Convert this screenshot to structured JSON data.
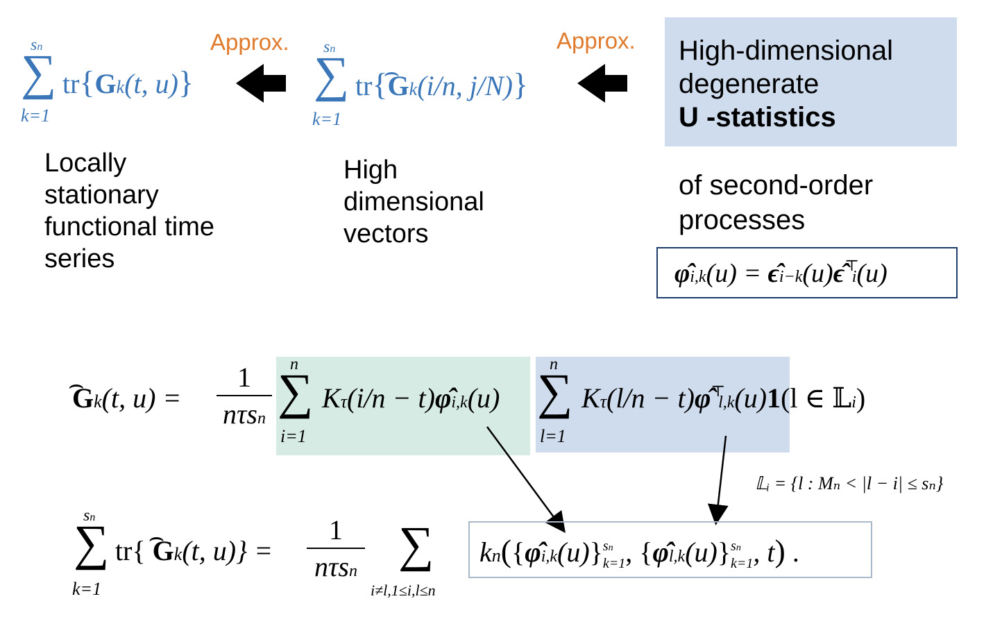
{
  "top_row": {
    "arrow_label_1": "Approx.",
    "arrow_label_2": "Approx."
  },
  "boxes": {
    "ustat_title_line1": "High-dimensional",
    "ustat_title_line2": "degenerate",
    "ustat_title_line3": "U -statistics",
    "ustat_sub_line1": "of second-order",
    "ustat_sub_line2": "processes"
  },
  "labels": {
    "locally": "Locally\nstationary\nfunctional time\nseries",
    "high_dim": "High\ndimensional\nvectors"
  },
  "formulas": {
    "sum_upper": "s",
    "sum_upper_sub": "n",
    "sum_lower": "k=1",
    "tr": "tr",
    "Gk_arg_left": "(t, u)",
    "Ghat_arg_mid": "(i/n, j/N)",
    "phi_def_rhs": "(u) = ",
    "eps_sub1": "i−k",
    "eps_sub2": "i",
    "G_def_lhs_arg": "(t, u) = ",
    "frac_num": "1",
    "frac_den": "nτs",
    "frac_den_sub": "n",
    "sum_i_upper": "n",
    "sum_i_lower": "i=1",
    "sum_l_upper": "n",
    "sum_l_lower": "l=1",
    "K_term_i": "(i/n − t)",
    "K_term_l": "(l/n − t)",
    "phi_sub_ik": "i,k",
    "phi_sub_lk": "l,k",
    "indicator": "1",
    "indicator_arg": "(l ∈ 𝕃",
    "L_def": "𝕃ᵢ = {l : Mₙ < |l − i| ≤ sₙ}",
    "last_lhs_arg": "(t, u)} = ",
    "last_sum_lower": "i≠l,1≤i,l≤n",
    "kn": "k",
    "kn_sub": "n"
  },
  "colors": {
    "formula_blue": "#3a76b8",
    "approx_orange": "#e07a2c",
    "box_fill": "#cedced",
    "green_fill": "#d5ebe3",
    "phi_box_border": "#1f3d6b",
    "kn_box_border": "#a9b9c8"
  }
}
